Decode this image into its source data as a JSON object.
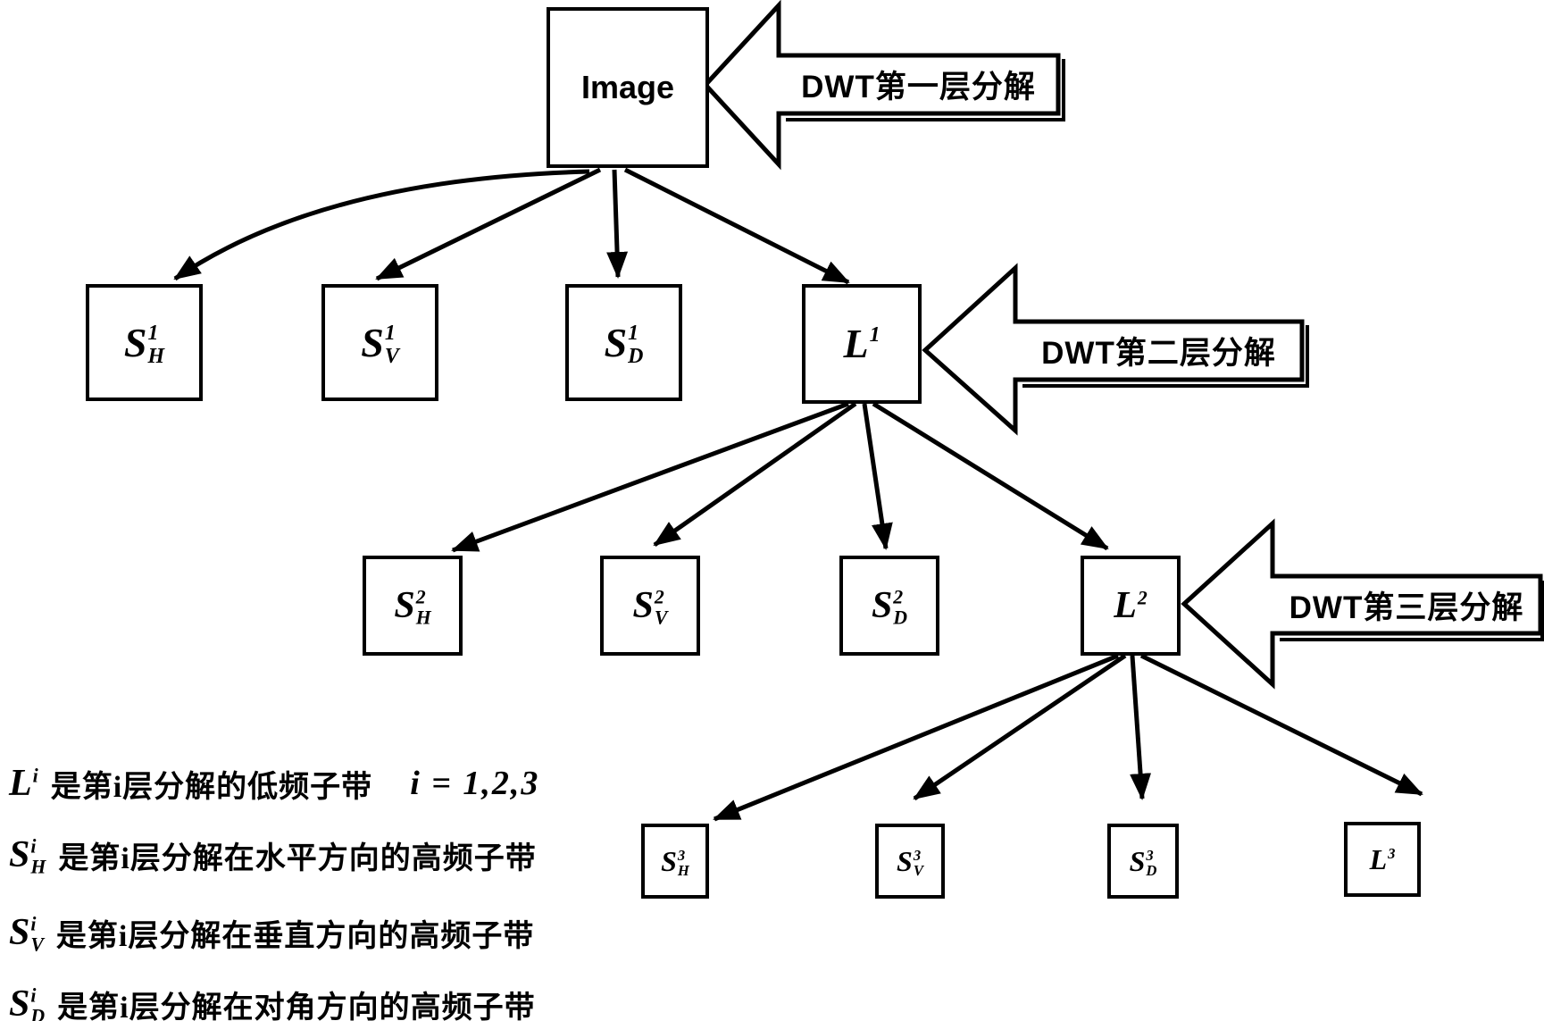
{
  "nodes": [
    {
      "id": "image",
      "base": "Image",
      "sup": "",
      "sub": ""
    },
    {
      "id": "s1h",
      "base": "S",
      "sup": "1",
      "sub": "H"
    },
    {
      "id": "s1v",
      "base": "S",
      "sup": "1",
      "sub": "V"
    },
    {
      "id": "s1d",
      "base": "S",
      "sup": "1",
      "sub": "D"
    },
    {
      "id": "l1",
      "base": "L",
      "sup": "1",
      "sub": ""
    },
    {
      "id": "s2h",
      "base": "S",
      "sup": "2",
      "sub": "H"
    },
    {
      "id": "s2v",
      "base": "S",
      "sup": "2",
      "sub": "V"
    },
    {
      "id": "s2d",
      "base": "S",
      "sup": "2",
      "sub": "D"
    },
    {
      "id": "l2",
      "base": "L",
      "sup": "2",
      "sub": ""
    },
    {
      "id": "s3h",
      "base": "S",
      "sup": "3",
      "sub": "H"
    },
    {
      "id": "s3v",
      "base": "S",
      "sup": "3",
      "sub": "V"
    },
    {
      "id": "s3d",
      "base": "S",
      "sup": "3",
      "sub": "D"
    },
    {
      "id": "l3",
      "base": "L",
      "sup": "3",
      "sub": ""
    }
  ],
  "callouts": [
    {
      "label": "DWT第一层分解"
    },
    {
      "label": "DWT第二层分解"
    },
    {
      "label": "DWT第三层分解"
    }
  ],
  "legend": [
    {
      "base": "L",
      "sup": "i",
      "sub": "",
      "text": "是第i层分解的低频子带",
      "tail": "i = 1,2,3"
    },
    {
      "base": "S",
      "sup": "i",
      "sub": "H",
      "text": "是第i层分解在水平方向的高频子带",
      "tail": ""
    },
    {
      "base": "S",
      "sup": "i",
      "sub": "V",
      "text": "是第i层分解在垂直方向的高频子带",
      "tail": ""
    },
    {
      "base": "S",
      "sup": "i",
      "sub": "D",
      "text": "是第i层分解在对角方向的高频子带",
      "tail": ""
    }
  ],
  "colors": {
    "ink": "#000000",
    "paper": "#ffffff"
  }
}
